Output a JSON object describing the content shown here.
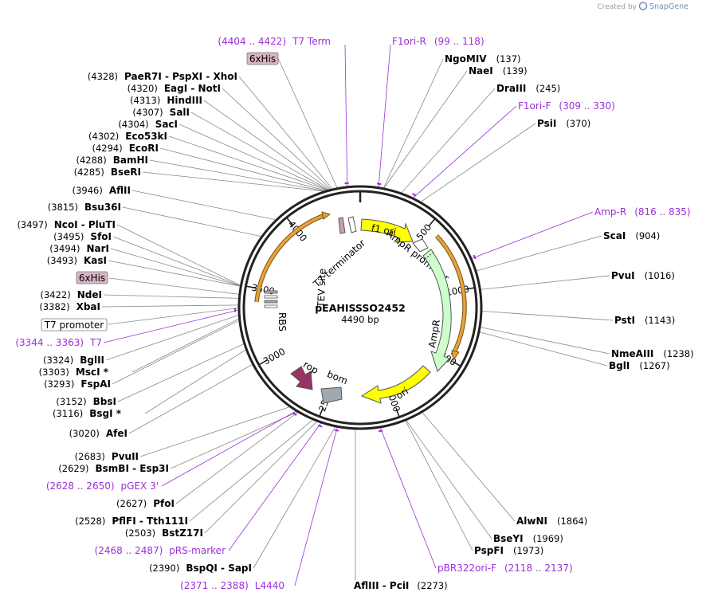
{
  "credit": {
    "prefix": "Created by",
    "brand": "SnapGene"
  },
  "plasmid": {
    "name": "pEAHISSSO2452",
    "length": "4490 bp",
    "total": 4490
  },
  "ticks": [
    {
      "pos": 500,
      "label": "500"
    },
    {
      "pos": 1000,
      "label": "1000"
    },
    {
      "pos": 1500,
      "label": "1500"
    },
    {
      "pos": 2000,
      "label": "2000"
    },
    {
      "pos": 2500,
      "label": "2500"
    },
    {
      "pos": 3000,
      "label": "3000"
    },
    {
      "pos": 3500,
      "label": "3500"
    },
    {
      "pos": 4000,
      "label": "4000"
    }
  ],
  "features": {
    "f1_ori": "f1 ori",
    "ampr_promoter": "AmpR promoter",
    "ampr": "AmpR",
    "ori": "ori",
    "rop": "rop",
    "bom": "bom",
    "t7_terminator": "T7 terminator",
    "tev_site": "TEV site",
    "rbs": "RBS"
  },
  "colors": {
    "primer": "#9b30d9",
    "f1_ori": "#ffff00",
    "ampr": "#ccffcc",
    "ori": "#ffff00",
    "rop": "#993366",
    "bom": "#a0a8b0",
    "orange": "#e8a23a",
    "his_box": "#d8b4c4"
  },
  "left_labels": [
    {
      "row": 0,
      "name": "T7 Term",
      "range": "(4404 .. 4422)",
      "kind": "primer"
    },
    {
      "row": 1,
      "name": "6xHis",
      "kind": "box"
    },
    {
      "row": 2,
      "name": "PaeR7I  -  PspXI  -  XhoI",
      "pos": "(4328)",
      "kind": "enzyme"
    },
    {
      "row": 3,
      "name": "EagI  -  NotI",
      "pos": "(4320)",
      "kind": "enzyme"
    },
    {
      "row": 4,
      "name": "HindIII",
      "pos": "(4313)",
      "kind": "enzyme"
    },
    {
      "row": 5,
      "name": "SalI",
      "pos": "(4307)",
      "kind": "enzyme"
    },
    {
      "row": 6,
      "name": "SacI",
      "pos": "(4304)",
      "kind": "enzyme"
    },
    {
      "row": 7,
      "name": "Eco53kI",
      "pos": "(4302)",
      "kind": "enzyme"
    },
    {
      "row": 8,
      "name": "EcoRI",
      "pos": "(4294)",
      "kind": "enzyme"
    },
    {
      "row": 9,
      "name": "BamHI",
      "pos": "(4288)",
      "kind": "enzyme"
    },
    {
      "row": 10,
      "name": "BseRI",
      "pos": "(4285)",
      "kind": "enzyme"
    },
    {
      "row": 11,
      "name": "AflII",
      "pos": "(3946)",
      "kind": "enzyme"
    },
    {
      "row": 12,
      "name": "Bsu36I",
      "pos": "(3815)",
      "kind": "enzyme"
    },
    {
      "row": 13,
      "name": "NcoI  -  PluTI",
      "pos": "(3497)",
      "kind": "enzyme"
    },
    {
      "row": 14,
      "name": "SfoI",
      "pos": "(3495)",
      "kind": "enzyme"
    },
    {
      "row": 15,
      "name": "NarI",
      "pos": "(3494)",
      "kind": "enzyme"
    },
    {
      "row": 16,
      "name": "KasI",
      "pos": "(3493)",
      "kind": "enzyme"
    },
    {
      "row": 17,
      "name": "6xHis",
      "kind": "box"
    },
    {
      "row": 18,
      "name": "NdeI",
      "pos": "(3422)",
      "kind": "enzyme"
    },
    {
      "row": 19,
      "name": "XbaI",
      "pos": "(3382)",
      "kind": "enzyme"
    },
    {
      "row": 20,
      "name": "T7 promoter",
      "kind": "whitebox"
    },
    {
      "row": 21,
      "name": "T7",
      "range": "(3344 .. 3363)",
      "kind": "primer"
    },
    {
      "row": 22,
      "name": "BglII",
      "pos": "(3324)",
      "kind": "enzyme"
    },
    {
      "row": 23,
      "name": "MscI *",
      "pos": "(3303)",
      "kind": "enzyme"
    },
    {
      "row": 24,
      "name": "FspAI",
      "pos": "(3293)",
      "kind": "enzyme"
    },
    {
      "row": 25,
      "name": "BbsI",
      "pos": "(3152)",
      "kind": "enzyme"
    },
    {
      "row": 26,
      "name": "BsgI *",
      "pos": "(3116)",
      "kind": "enzyme"
    },
    {
      "row": 27,
      "name": "AfeI",
      "pos": "(3020)",
      "kind": "enzyme"
    },
    {
      "row": 28,
      "name": "PvuII",
      "pos": "(2683)",
      "kind": "enzyme"
    },
    {
      "row": 29,
      "name": "BsmBI  -  Esp3I",
      "pos": "(2629)",
      "kind": "enzyme"
    },
    {
      "row": 30,
      "name": "pGEX 3'",
      "range": "(2628 .. 2650)",
      "kind": "primer"
    },
    {
      "row": 31,
      "name": "PfoI",
      "pos": "(2627)",
      "kind": "enzyme"
    },
    {
      "row": 32,
      "name": "PflFI  -  Tth111I",
      "pos": "(2528)",
      "kind": "enzyme"
    },
    {
      "row": 33,
      "name": "BstZ17I",
      "pos": "(2503)",
      "kind": "enzyme"
    },
    {
      "row": 34,
      "name": "pRS-marker",
      "range": "(2468 .. 2487)",
      "kind": "primer"
    },
    {
      "row": 35,
      "name": "BspQI  -  SapI",
      "pos": "(2390)",
      "kind": "enzyme"
    },
    {
      "row": 36,
      "name": "L4440",
      "range": "(2371 .. 2388)",
      "kind": "primer"
    }
  ],
  "right_labels": [
    {
      "name": "F1ori-R",
      "range": "(99 .. 118)",
      "kind": "primer"
    },
    {
      "name": "NgoMIV",
      "pos": "(137)",
      "kind": "enzyme"
    },
    {
      "name": "NaeI",
      "pos": "(139)",
      "kind": "enzyme"
    },
    {
      "name": "DraIII",
      "pos": "(245)",
      "kind": "enzyme"
    },
    {
      "name": "F1ori-F",
      "range": "(309 .. 330)",
      "kind": "primer"
    },
    {
      "name": "PsiI",
      "pos": "(370)",
      "kind": "enzyme"
    },
    {
      "name": "Amp-R",
      "range": "(816 .. 835)",
      "kind": "primer"
    },
    {
      "name": "ScaI",
      "pos": "(904)",
      "kind": "enzyme"
    },
    {
      "name": "PvuI",
      "pos": "(1016)",
      "kind": "enzyme"
    },
    {
      "name": "PstI",
      "pos": "(1143)",
      "kind": "enzyme"
    },
    {
      "name": "NmeAIII",
      "pos": "(1238)",
      "kind": "enzyme"
    },
    {
      "name": "BglI",
      "pos": "(1267)",
      "kind": "enzyme"
    },
    {
      "name": "AlwNI",
      "pos": "(1864)",
      "kind": "enzyme"
    },
    {
      "name": "BseYI",
      "pos": "(1969)",
      "kind": "enzyme"
    },
    {
      "name": "PspFI",
      "pos": "(1973)",
      "kind": "enzyme"
    },
    {
      "name": "pBR322ori-F",
      "range": "(2118 .. 2137)",
      "kind": "primer"
    }
  ],
  "bottom_label": {
    "name": "AflIII  -  PciI",
    "pos": "(2273)",
    "kind": "enzyme"
  }
}
